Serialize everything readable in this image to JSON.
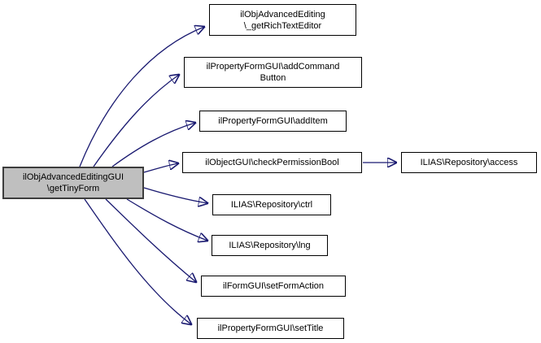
{
  "diagram": {
    "kind": "doxygen-call-graph",
    "colors": {
      "edge": "#191970",
      "node_fill": "#ffffff",
      "node_border": "#000000",
      "focus_node_fill": "#bfbfbf",
      "text": "#000000",
      "background": "#ffffff"
    },
    "nodes": {
      "focus": {
        "line1": "ilObjAdvancedEditingGUI",
        "line2": "\\getTinyForm"
      },
      "n1": {
        "line1": "ilObjAdvancedEditing",
        "line2": "\\_getRichTextEditor"
      },
      "n2": {
        "line1": "ilPropertyFormGUI\\addCommand",
        "line2": "Button"
      },
      "n3": {
        "line1": "ilPropertyFormGUI\\addItem"
      },
      "n4": {
        "line1": "ilObjectGUI\\checkPermissionBool"
      },
      "n5": {
        "line1": "ILIAS\\Repository\\access"
      },
      "n6": {
        "line1": "ILIAS\\Repository\\ctrl"
      },
      "n7": {
        "line1": "ILIAS\\Repository\\lng"
      },
      "n8": {
        "line1": "ilFormGUI\\setFormAction"
      },
      "n9": {
        "line1": "ilPropertyFormGUI\\setTitle"
      }
    },
    "edges": [
      {
        "from": "focus",
        "to": "n1"
      },
      {
        "from": "focus",
        "to": "n2"
      },
      {
        "from": "focus",
        "to": "n3"
      },
      {
        "from": "focus",
        "to": "n4"
      },
      {
        "from": "n4",
        "to": "n5"
      },
      {
        "from": "focus",
        "to": "n6"
      },
      {
        "from": "focus",
        "to": "n7"
      },
      {
        "from": "focus",
        "to": "n8"
      },
      {
        "from": "focus",
        "to": "n9"
      }
    ]
  }
}
